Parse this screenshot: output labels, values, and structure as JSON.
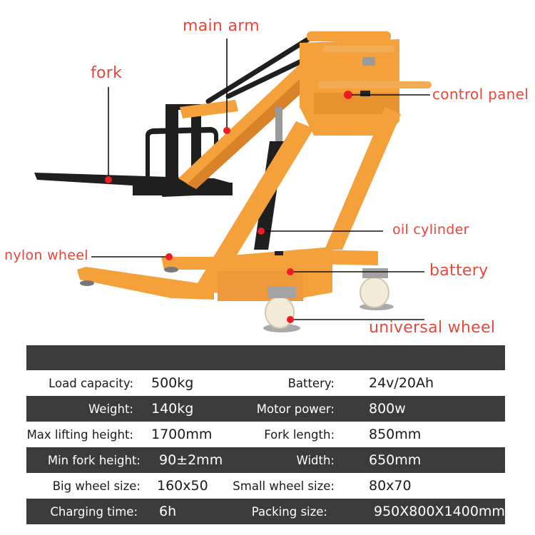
{
  "product_image": {
    "subject": "electric pallet stacker / lifting machine",
    "colors": {
      "frame_orange": "#f4a13c",
      "frame_shadow": "#d9822a",
      "fork_black": "#1f1f1f",
      "wheel_white": "#f4ecd8",
      "callout_red": "#e8473a",
      "marker_red": "#ee1c25",
      "leader_line": "#111111"
    }
  },
  "callouts": [
    {
      "id": "main-arm",
      "label": "main arm"
    },
    {
      "id": "fork",
      "label": "fork"
    },
    {
      "id": "control-panel",
      "label": "control panel"
    },
    {
      "id": "oil-cylinder",
      "label": "oil cylinder"
    },
    {
      "id": "nylon-wheel",
      "label": "nylon wheel"
    },
    {
      "id": "battery",
      "label": "battery"
    },
    {
      "id": "universal-wheel",
      "label": "universal wheel"
    }
  ],
  "specs": {
    "header": "",
    "rows": [
      {
        "label1": "Load capacity:",
        "value1": "500kg",
        "label2": "Battery:",
        "value2": "24v/20Ah",
        "style": "light"
      },
      {
        "label1": "Weight:",
        "value1": "140kg",
        "label2": "Motor power:",
        "value2": "800w",
        "style": "dark"
      },
      {
        "label1": "Max lifting height:",
        "value1": "1700mm",
        "label2": "Fork length:",
        "value2": "850mm",
        "style": "light"
      },
      {
        "label1": "Min fork height:",
        "value1": "90±2mm",
        "label2": "Width:",
        "value2": "650mm",
        "style": "dark"
      },
      {
        "label1": "Big wheel size:",
        "value1": "160x50",
        "label2": "Small wheel size:",
        "value2": "80x70",
        "style": "light"
      },
      {
        "label1": "Charging time:",
        "value1": "6h",
        "label2": "Packing size:",
        "value2": "950X800X1400mm",
        "style": "dark"
      }
    ]
  }
}
